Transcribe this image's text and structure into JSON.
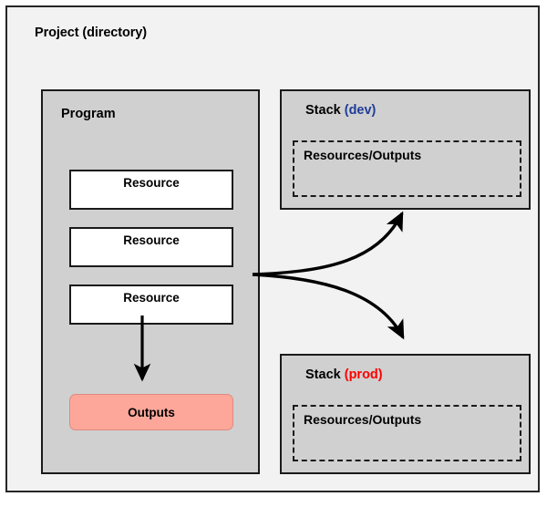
{
  "diagram": {
    "title": "Project (directory)",
    "program": {
      "title": "Program",
      "resources": [
        {
          "label": "Resource"
        },
        {
          "label": "Resource"
        },
        {
          "label": "Resource"
        }
      ],
      "outputs": {
        "label": "Outputs"
      }
    },
    "stacks": [
      {
        "name": "Stack",
        "env": "(dev)",
        "env_color": "#1f3d99",
        "contents": "Resources/Outputs"
      },
      {
        "name": "Stack",
        "env": "(prod)",
        "env_color": "#ff0000",
        "contents": "Resources/Outputs"
      }
    ],
    "colors": {
      "page_background": "#ffffff",
      "project_fill": "#f2f2f2",
      "box_fill": "#d0d0d0",
      "resource_fill": "#ffffff",
      "outputs_fill": "#fca79a",
      "stroke": "#1a1a1a"
    }
  }
}
